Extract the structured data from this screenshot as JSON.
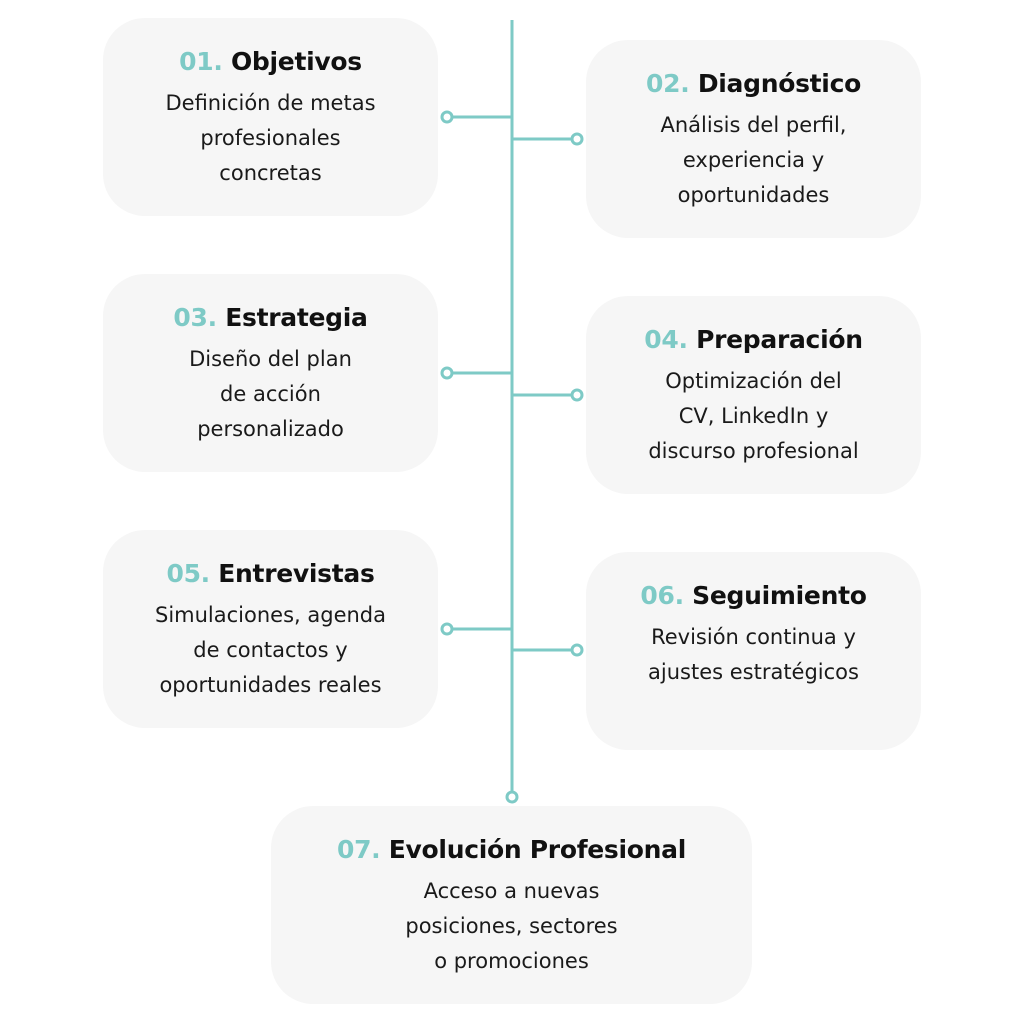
{
  "accent_color": "#7ecac6",
  "steps": [
    {
      "num": "01.",
      "title": "Objetivos",
      "desc": "Definición de metas\nprofesionales\nconcretas"
    },
    {
      "num": "02.",
      "title": "Diagnóstico",
      "desc": "Análisis del perfil,\nexperiencia y\noportunidades"
    },
    {
      "num": "03.",
      "title": "Estrategia",
      "desc": "Diseño del plan\nde acción\npersonalizado"
    },
    {
      "num": "04.",
      "title": "Preparación",
      "desc": "Optimización del\nCV, LinkedIn y\ndiscurso profesional"
    },
    {
      "num": "05.",
      "title": "Entrevistas",
      "desc": "Simulaciones, agenda\nde contactos y\noportunidades reales"
    },
    {
      "num": "06.",
      "title": "Seguimiento",
      "desc": "Revisión continua y\najustes estratégicos"
    },
    {
      "num": "07.",
      "title": "Evolución Profesional",
      "desc": "Acceso a nuevas\nposiciones, sectores\no promociones"
    }
  ]
}
